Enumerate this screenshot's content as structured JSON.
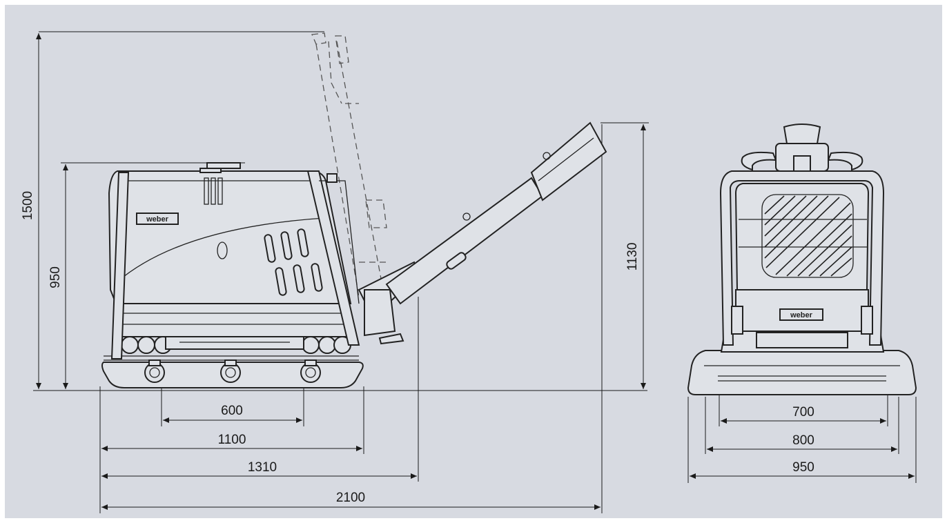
{
  "colors": {
    "background": "#d7dae1",
    "line": "#1a1a1a"
  },
  "side_view": {
    "logo": "weber",
    "heights": {
      "total": "1500",
      "body": "950",
      "handle": "1130"
    },
    "lengths": {
      "plate_spacing": "600",
      "base": "1100",
      "with_handle_base": "1310",
      "total": "2100"
    }
  },
  "front_view": {
    "logo": "weber",
    "widths": {
      "inner": "700",
      "middle": "800",
      "outer": "950"
    }
  }
}
